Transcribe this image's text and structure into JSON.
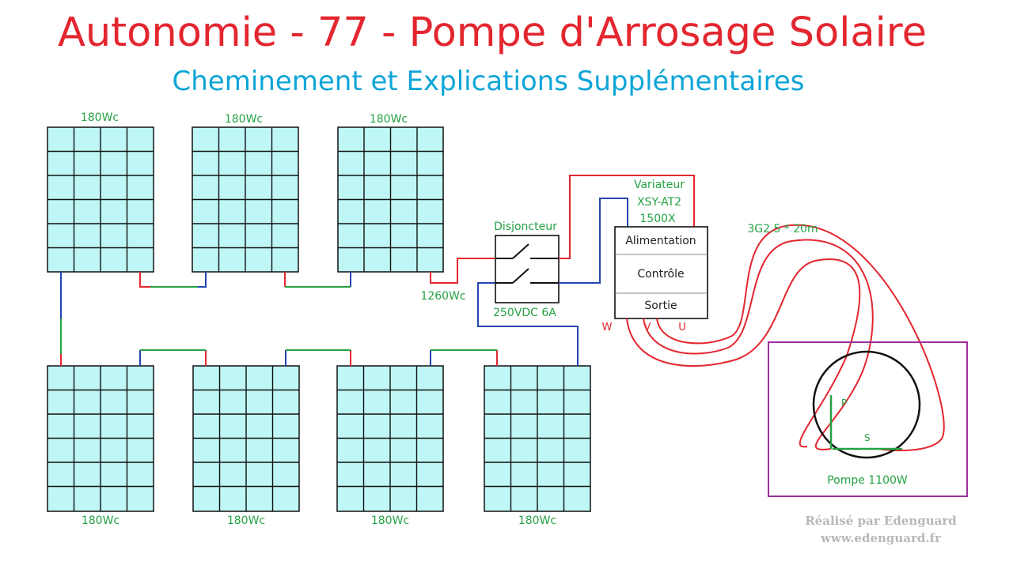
{
  "title": "Autonomie - 77 - Pompe d'Arrosage Solaire",
  "subtitle": "Cheminement et Explications Supplémentaires",
  "panels": {
    "top": [
      "180Wc",
      "180Wc",
      "180Wc"
    ],
    "bottom": [
      "180Wc",
      "180Wc",
      "180Wc",
      "180Wc"
    ]
  },
  "array_total": "1260Wc",
  "breaker": {
    "name": "Disjoncteur",
    "rating": "250VDC 6A"
  },
  "inverter": {
    "name_lines": [
      "Variateur",
      "XSY-AT2",
      "1500X"
    ],
    "sections": [
      "Alimentation",
      "Contrôle",
      "Sortie"
    ],
    "phases": [
      "W",
      "V",
      "U"
    ]
  },
  "cable": "3G2.5 * 20m",
  "pump": {
    "label": "Pompe 1100W",
    "winding_p": "P",
    "winding_s": "S"
  },
  "credits": {
    "author": "Réalisé par Edenguard",
    "site": "www.edenguard.fr"
  },
  "colors": {
    "title": "#e3262f",
    "subtitle": "#0ea5d8",
    "label": "#25a244",
    "positive": "#e3262f",
    "negative": "#2446b0",
    "panel_fill": "#bff7f6",
    "pump_box": "#9b2f9b"
  }
}
